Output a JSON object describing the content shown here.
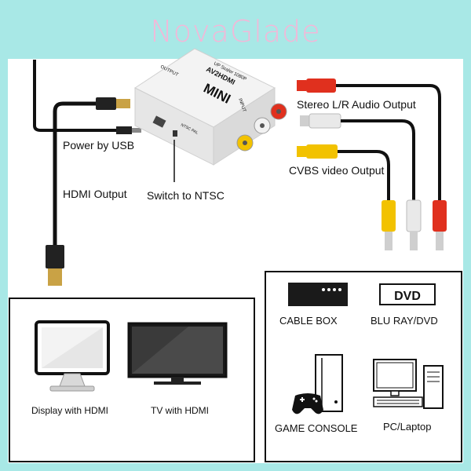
{
  "brand": {
    "name": "NovaGlade",
    "color": "#f2b8d8",
    "frame_color": "#a8e8e6"
  },
  "device": {
    "name": "MINI",
    "model": "AV2HDMI",
    "subtitle": "UP Scaler 1080P",
    "port_output": "OUTPUT",
    "port_input": "INPUT",
    "switch_text": "NTSC PAL"
  },
  "callouts": {
    "power": "Power by USB",
    "hdmi_output": "HDMI Output",
    "switch": "Switch to NTSC",
    "audio": "Stereo L/R Audio Output",
    "video": "CVBS video Output"
  },
  "cable_colors": {
    "red": "#e0301e",
    "white": "#e9e9e9",
    "yellow": "#f2c200"
  },
  "displays": [
    {
      "label": "Display with HDMI",
      "icon": "monitor-icon"
    },
    {
      "label": "TV with HDMI",
      "icon": "tv-icon"
    }
  ],
  "sources": [
    {
      "label": "CABLE BOX",
      "icon": "cable-box-icon"
    },
    {
      "label": "BLU RAY/DVD",
      "icon": "dvd-icon",
      "badge": "DVD"
    },
    {
      "label": "GAME CONSOLE",
      "icon": "game-console-icon"
    },
    {
      "label": "PC/Laptop",
      "icon": "pc-icon"
    }
  ]
}
